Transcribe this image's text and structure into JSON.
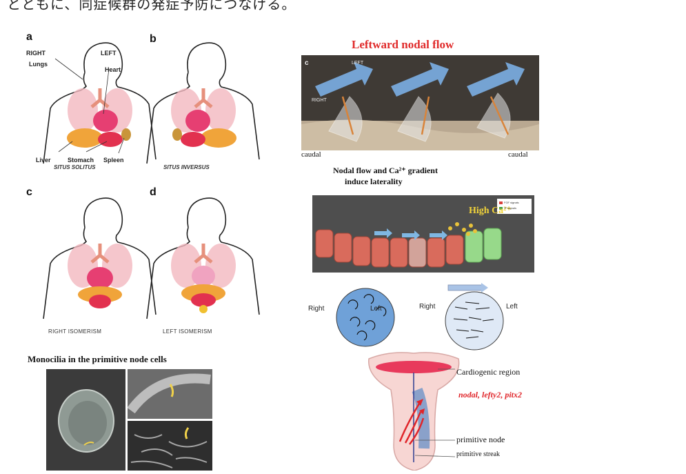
{
  "top_text": "とともに、同症候群の発症予防につなげる。",
  "anatomy": {
    "panels": [
      {
        "letter": "a",
        "caption": "SITUS SOLITUS"
      },
      {
        "letter": "b",
        "caption": "SITUS INVERSUS"
      },
      {
        "letter": "c",
        "caption": "RIGHT ISOMERISM"
      },
      {
        "letter": "d",
        "caption": "LEFT ISOMERISM"
      }
    ],
    "labels": {
      "right": "RIGHT",
      "left": "LEFT",
      "lungs": "Lungs",
      "heart": "Heart",
      "liver": "Liver",
      "stomach": "Stomach",
      "spleen": "Spleen"
    }
  },
  "monocilia_title": "Monocilia in the primitive node cells",
  "flow": {
    "title": "Leftward nodal flow",
    "panel_letter": "c",
    "left": "LEFT",
    "right": "RIGHT",
    "caudal_left": "caudal",
    "caudal_right": "caudal"
  },
  "calcium": {
    "title_line1": "Nodal flow and Ca²⁺ gradient",
    "title_line2": "induce laterality",
    "high": "High Ca²⁺",
    "legend": [
      "FGF signals",
      "Sᴴ signals"
    ]
  },
  "circles": {
    "right1": "Right",
    "left1": "Left",
    "right2": "Right",
    "left2": "Left"
  },
  "embryo": {
    "cardiogenic": "Cardiogenic region",
    "genes": "nodal, lefty2, pitx2",
    "node": "primitive node",
    "streak": "primitive streak"
  },
  "colors": {
    "flow_title": "#e02a2a",
    "genes": "#e0252a",
    "blue": "#6fa1d8"
  }
}
